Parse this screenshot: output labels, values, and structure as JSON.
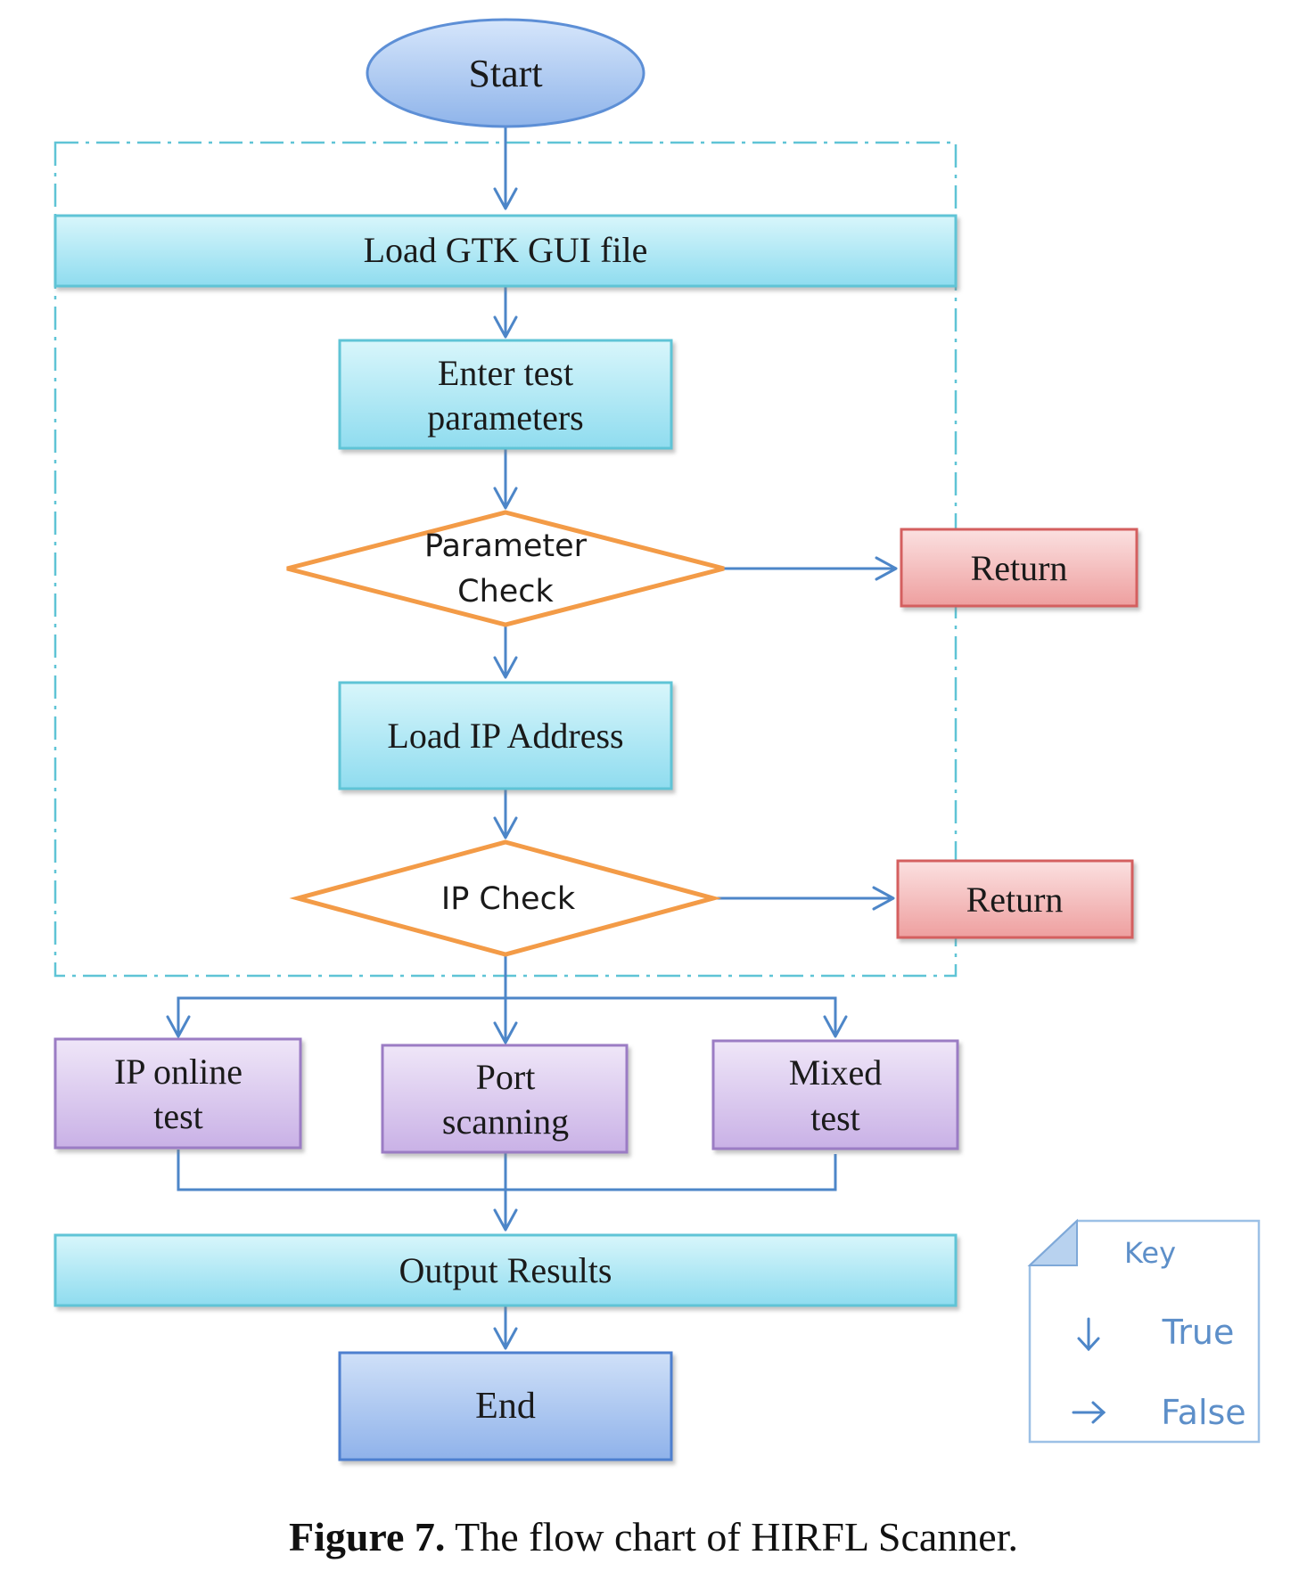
{
  "diagram": {
    "nodes": {
      "start": "Start",
      "load_gui": "Load GTK GUI file",
      "enter_params_line1": "Enter test",
      "enter_params_line2": "parameters",
      "param_check_line1": "Parameter",
      "param_check_line2": "Check",
      "return_1": "Return",
      "load_ip": "Load IP Address",
      "ip_check": "IP Check",
      "return_2": "Return",
      "ip_online_line1": "IP online",
      "ip_online_line2": "test",
      "port_scan_line1": "Port",
      "port_scan_line2": "scanning",
      "mixed_line1": "Mixed",
      "mixed_line2": "test",
      "output": "Output Results",
      "end": "End"
    },
    "key": {
      "title": "Key",
      "true_label": "True",
      "false_label": "False"
    }
  },
  "caption": {
    "label": "Figure 7.",
    "text": "The flow chart of HIRFL Scanner."
  },
  "colors": {
    "start_end": "#a9c7f0",
    "process_cyan": "#a7e6f3",
    "decision_stroke": "#f39b47",
    "return_red": "#f1a9a9",
    "branch_purple": "#d8c4ec",
    "arrow": "#4d86c8",
    "dashed_frame": "#5fc4d6"
  }
}
